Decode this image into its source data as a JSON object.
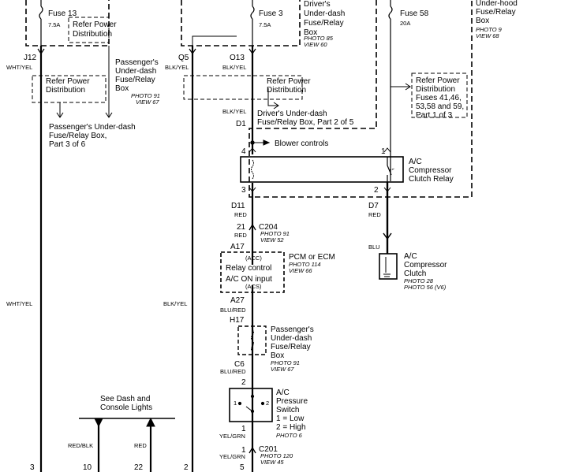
{
  "fuses": {
    "f13": {
      "name": "Fuse 13",
      "rating": "7.5A",
      "refer": [
        "Refer Power",
        "Distribution"
      ]
    },
    "f3": {
      "name": "Fuse 3",
      "rating": "7.5A"
    },
    "f58": {
      "name": "Fuse 58",
      "rating": "20A"
    }
  },
  "boxes": {
    "driver_box": {
      "lines": [
        "Driver's",
        "Under-dash",
        "Fuse/Relay",
        "Box"
      ],
      "photo": "PHOTO 85",
      "view": "VIEW 60"
    },
    "hood_box": {
      "lines": [
        "Under-hood",
        "Fuse/Relay",
        "Box"
      ],
      "photo": "PHOTO 9",
      "view": "VIEW 68"
    },
    "pass_box": {
      "lines": [
        "Passenger's",
        "Under-dash",
        "Fuse/Relay",
        "Box"
      ],
      "photo": "PHOTO 91",
      "view": "VIEW 67"
    },
    "pass_box2": {
      "lines": [
        "Passenger's",
        "Under-dash",
        "Fuse/Relay",
        "Box"
      ],
      "photo": "PHOTO 91",
      "view": "VIEW 67"
    }
  },
  "refers": {
    "left": [
      "Refer Power",
      "Distribution"
    ],
    "mid": [
      "Refer Power",
      "Distribution"
    ],
    "right": [
      "Refer Power",
      "Distribution",
      "Fuses 41,46,",
      "53,58 and 59,",
      "Part 1 of 3"
    ],
    "pass_part3": [
      "Passenger's Under-dash",
      "Fuse/Relay Box,",
      "Part 3 of 6"
    ],
    "driver_part2": [
      "Driver's Under-dash",
      "Fuse/Relay Box, Part 2 of 5"
    ]
  },
  "pins": {
    "j12": "J12",
    "q5": "Q5",
    "o13": "O13",
    "d1": "D1",
    "p4": "4",
    "p1": "1",
    "p3": "3",
    "p2": "2",
    "d11": "D11",
    "d7": "D7",
    "p21": "21",
    "a17": "A17",
    "a27": "A27",
    "h17": "H17",
    "c6": "C6",
    "pp2": "2",
    "pp1": "1",
    "pp1b": "1",
    "p5": "5",
    "b3": "3",
    "b10": "10",
    "b22": "22",
    "b2": "2"
  },
  "wires": {
    "wht_yel": "WHT/YEL",
    "blk_yel": "BLK/YEL",
    "red": "RED",
    "blu": "BLU",
    "blu_red": "BLU/RED",
    "yel_grn": "YEL/GRN",
    "red_blk": "RED/BLK"
  },
  "components": {
    "blower": "Blower controls",
    "relay": [
      "A/C",
      "Compressor",
      "Clutch Relay"
    ],
    "c204": "C204",
    "c204_photo": "PHOTO 91",
    "c204_view": "VIEW 52",
    "pcm": [
      "PCM or ECM"
    ],
    "pcm_photo": "PHOTO 114",
    "pcm_view": "VIEW 66",
    "acc": "(ACC)",
    "relay_control": "Relay control",
    "ac_on": "A/C ON input",
    "acs": "(ACS)",
    "clutch": [
      "A/C",
      "Compressor",
      "Clutch"
    ],
    "clutch_photo1": "PHOTO 28",
    "clutch_photo2": "PHOTO 56 (V6)",
    "pswitch": [
      "A/C",
      "Pressure",
      "Switch",
      "1 = Low",
      "2 = High"
    ],
    "pswitch_photo": "PHOTO 6",
    "c201": "C201",
    "c201_photo": "PHOTO 120",
    "c201_view": "VIEW 45",
    "dash": [
      "See Dash and",
      "Console Lights"
    ]
  }
}
